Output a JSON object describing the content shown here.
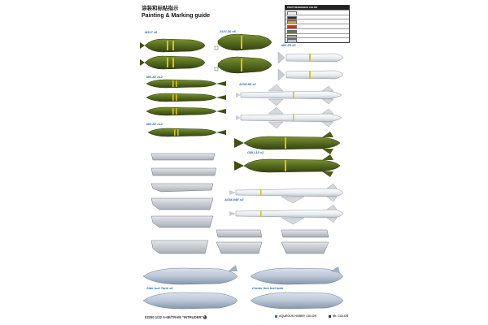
{
  "header": {
    "title_cn": "涂装和标贴指示",
    "title_en": "Painting & Marking guide"
  },
  "labels": {
    "m117": "M117 x6",
    "suu30": "SUU-30 x6",
    "mk20": "MK-20 x6",
    "mk82_a": "MK-82 x12",
    "agm88": "AGM-88 x2",
    "mk82_b": "MK-82 x12",
    "gbu10": "GBU-10 x2",
    "agm84": "AGM-84E x2",
    "side_tank": "Side fuel Tank x4",
    "center_tank": "Center line fuel tank"
  },
  "paint_table": {
    "header": "PAINT REFERENCE COLOR",
    "rows": [
      {
        "color": "#f2f2f2"
      },
      {
        "color": "#2a2a2a"
      },
      {
        "color": "#d8a020"
      },
      {
        "color": "#c83020"
      },
      {
        "color": "#6a7a2a"
      },
      {
        "color": "#9aa0a8"
      },
      {
        "color": "#bfc7d0"
      }
    ]
  },
  "footer": {
    "code": "02250 1/32  A-6E/TRAM \"INTRUDER\"",
    "page_num": "5"
  },
  "legend": {
    "left": "AQUEOUS HOBBY COLOR",
    "right": "Mr. COLOR"
  },
  "colors": {
    "olive": "#556b1f",
    "olive_dark": "#3e4f14",
    "band": "#d9c21a",
    "gray": "#c9ced3",
    "gray_dark": "#8d939a",
    "white": "#f4f6f8",
    "tank_blue": "#b8c6d6"
  }
}
